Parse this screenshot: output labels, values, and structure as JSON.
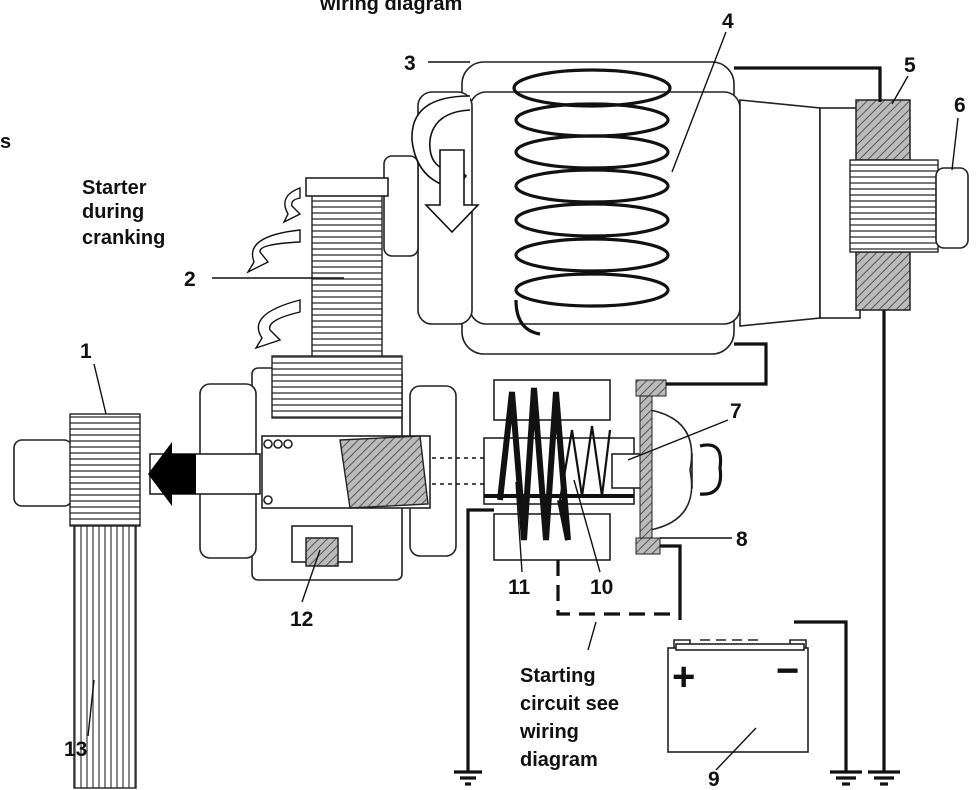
{
  "captions": {
    "top": "wiring diagram",
    "edge_letter": "s",
    "starter_line1": "Starter",
    "starter_line2": "during",
    "starter_line3": "cranking",
    "circuit_line1": "Starting",
    "circuit_line2": "circuit see",
    "circuit_line3": "wiring",
    "circuit_line4": "diagram"
  },
  "callouts": [
    "1",
    "2",
    "3",
    "4",
    "5",
    "6",
    "7",
    "8",
    "9",
    "10",
    "11",
    "12",
    "13"
  ],
  "battery": {
    "positive": "+",
    "negative": "−"
  }
}
